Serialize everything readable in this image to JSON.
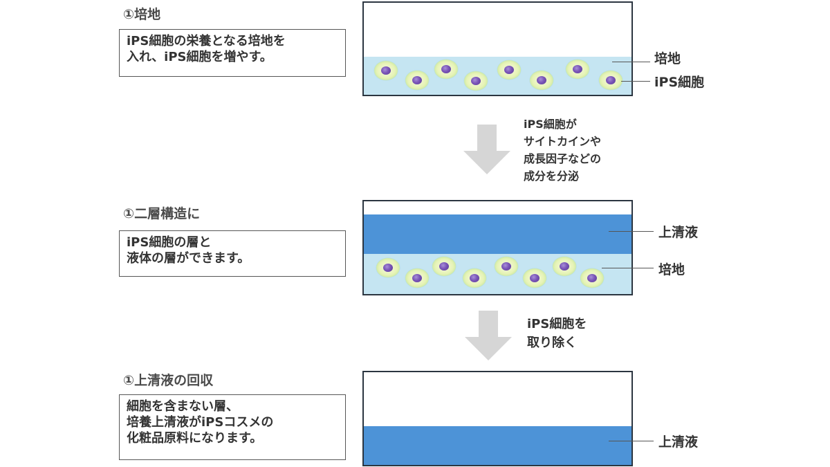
{
  "steps": [
    {
      "title": "①培地",
      "description": [
        "iPS細胞の栄養となる培地を",
        "入れ、iPS細胞を増やす。"
      ],
      "labels": {
        "medium": "培地",
        "cells": "iPS細胞"
      }
    },
    {
      "title": "①二層構造に",
      "description": [
        "iPS細胞の層と",
        "液体の層ができます。"
      ],
      "labels": {
        "supernatant": "上清液",
        "medium": "培地"
      }
    },
    {
      "title": "①上清液の回収",
      "description": [
        "細胞を含まない層、",
        "培養上清液がiPSコスメの",
        "化粧品原料になります。"
      ],
      "labels": {
        "supernatant": "上清液"
      }
    }
  ],
  "transitions": [
    {
      "text": [
        "iPS細胞が",
        "サイトカインや",
        "成長因子などの",
        "成分を分泌"
      ]
    },
    {
      "text": [
        "iPS細胞を",
        "取り除く"
      ]
    }
  ],
  "colors": {
    "medium": "#c5e5f2",
    "supernatant": "#4d93d7",
    "arrow": "#d6d6d6",
    "dish_border": "#2b3540"
  }
}
